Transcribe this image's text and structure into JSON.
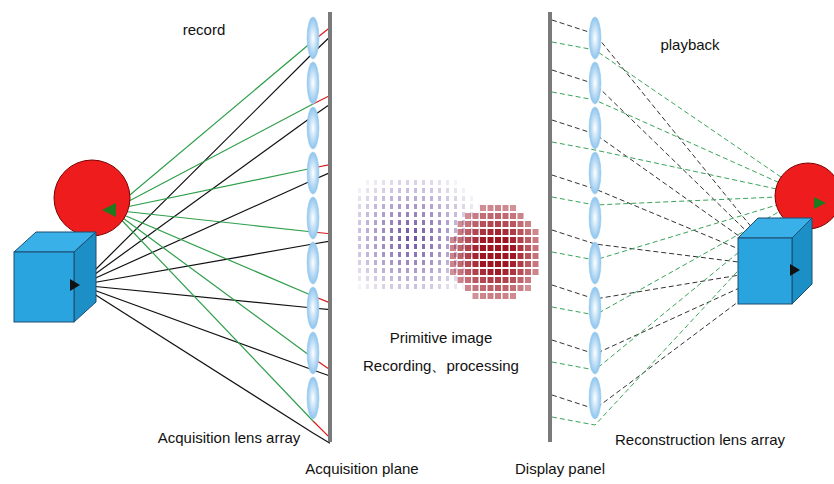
{
  "diagram": {
    "labels": [
      "record",
      "playback",
      "Primitive image",
      "Recording、processing",
      "Acquisition lens array",
      "Reconstruction lens array",
      "Acquisition plane",
      "Display panel"
    ]
  }
}
